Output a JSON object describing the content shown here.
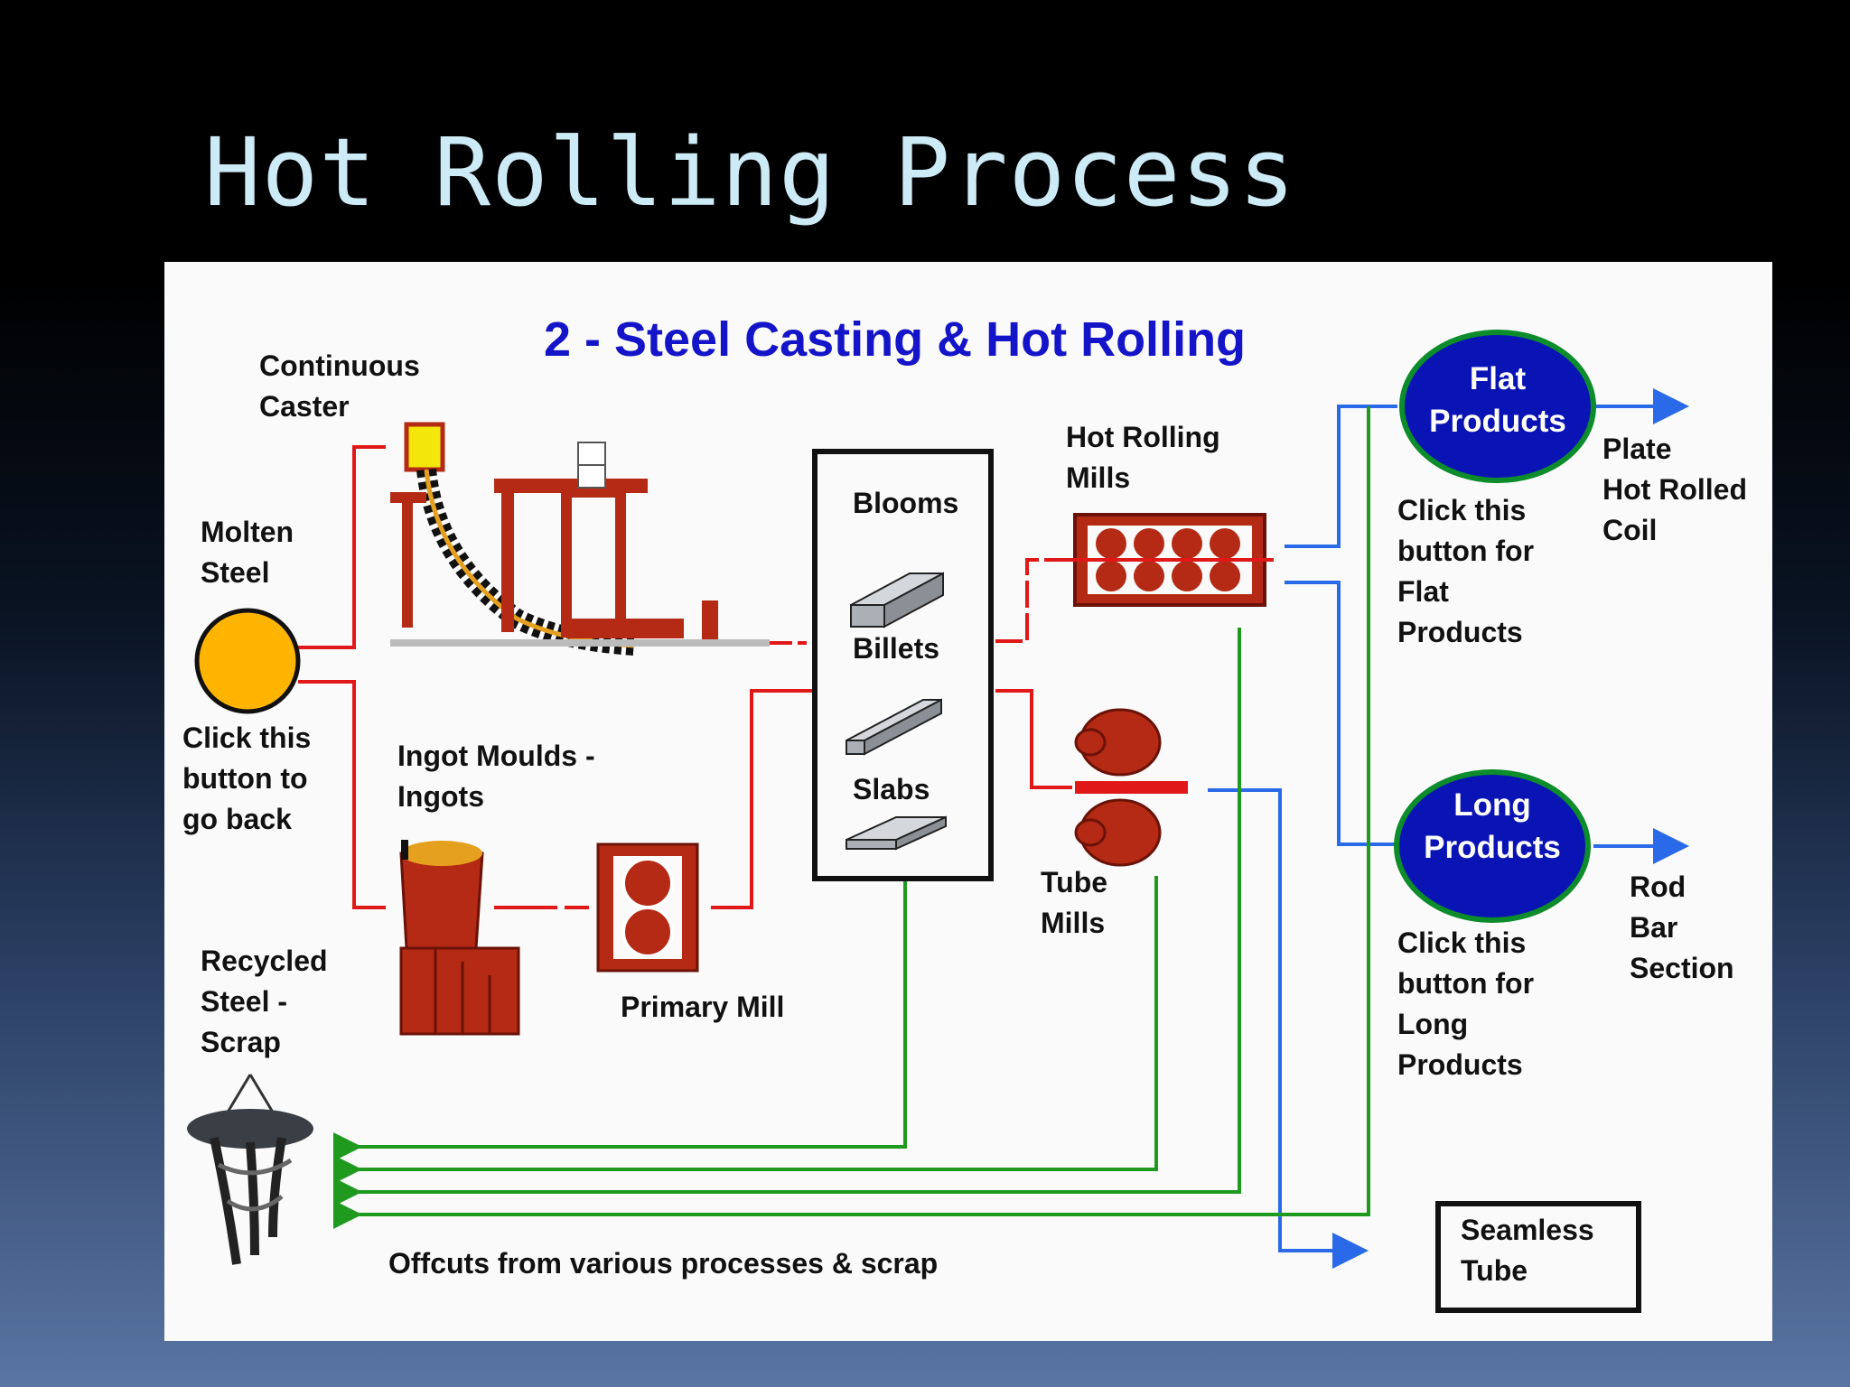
{
  "slide": {
    "title": "Hot Rolling Process"
  },
  "diagram": {
    "heading": "2 - Steel Casting & Hot Rolling",
    "molten_steel": {
      "label": [
        "Molten",
        "Steel"
      ],
      "hint": [
        "Click this",
        "button to",
        "go back"
      ]
    },
    "continuous_caster": {
      "label": [
        "Continuous",
        "Caster"
      ]
    },
    "ingot_moulds": {
      "label": [
        "Ingot Moulds -",
        "Ingots"
      ]
    },
    "primary_mill": {
      "label": "Primary Mill"
    },
    "semis": {
      "blooms": "Blooms",
      "billets": "Billets",
      "slabs": "Slabs"
    },
    "hot_rolling_mills": {
      "label": [
        "Hot Rolling",
        "Mills"
      ]
    },
    "tube_mills": {
      "label": [
        "Tube",
        "Mills"
      ]
    },
    "flat_products": {
      "label": [
        "Flat",
        "Products"
      ],
      "hint": [
        "Click this",
        "button for",
        "Flat",
        "Products"
      ],
      "outputs": [
        "Plate",
        "Hot Rolled",
        "Coil"
      ]
    },
    "long_products": {
      "label": [
        "Long",
        "Products"
      ],
      "hint": [
        "Click this",
        "button for",
        "Long",
        "Products"
      ],
      "outputs": [
        "Rod",
        "Bar",
        "Section"
      ]
    },
    "seamless_tube": {
      "label": [
        "Seamless",
        "Tube"
      ]
    },
    "recycled": {
      "label": [
        "Recycled",
        "Steel -",
        "Scrap"
      ]
    },
    "offcuts": {
      "label": "Offcuts from various processes & scrap"
    }
  },
  "colors": {
    "molten_flow": "#e01818",
    "blue_flow": "#2a6ae8",
    "scrap_flow": "#1f9a1f",
    "node_fill": "#0a14b4",
    "node_ring": "#0c8c2a",
    "equipment": "#b42a14",
    "molten_ball": "#ffb400"
  }
}
